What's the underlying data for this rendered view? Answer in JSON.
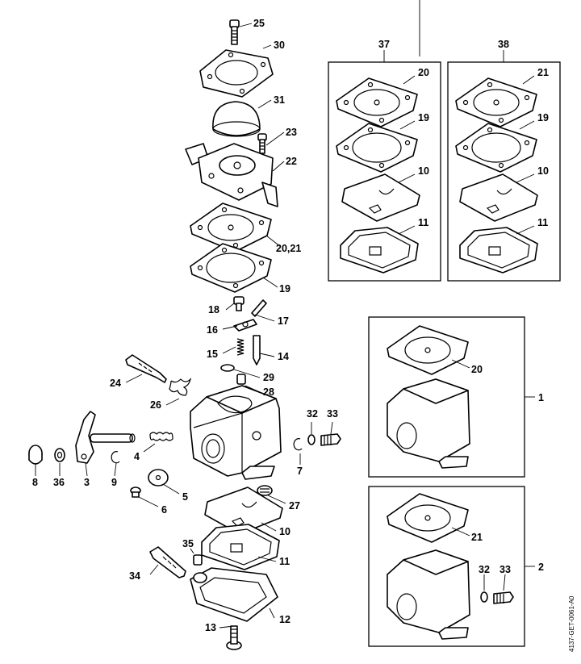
{
  "drawing_code": "4137-GET-0061-A0",
  "callouts": {
    "p1": "1",
    "p2": "2",
    "p3": "3",
    "p4": "4",
    "p5": "5",
    "p6": "6",
    "p7": "7",
    "p8": "8",
    "p9": "9",
    "p10a": "10",
    "p10b": "10",
    "p10c": "10",
    "p11a": "11",
    "p11b": "11",
    "p11c": "11",
    "p12": "12",
    "p13": "13",
    "p14": "14",
    "p15": "15",
    "p16": "16",
    "p17": "17",
    "p18": "18",
    "p19a": "19",
    "p19b": "19",
    "p19c": "19",
    "p20a": "20",
    "p20b": "20",
    "p20_21": "20,21",
    "p21a": "21",
    "p21b": "21",
    "p22": "22",
    "p23": "23",
    "p24": "24",
    "p25": "25",
    "p26": "26",
    "p27": "27",
    "p28": "28",
    "p29": "29",
    "p30": "30",
    "p31": "31",
    "p32a": "32",
    "p32b": "32",
    "p33a": "33",
    "p33b": "33",
    "p34": "34",
    "p35": "35",
    "p36": "36",
    "p37": "37",
    "p38": "38"
  }
}
